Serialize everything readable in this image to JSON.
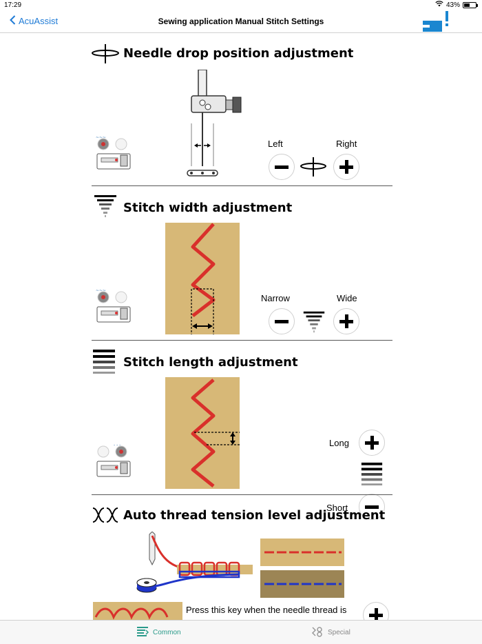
{
  "status_bar": {
    "time": "17:29",
    "battery": "43%",
    "battery_level": 0.43
  },
  "nav": {
    "back_label": "AcuAssist",
    "title": "Sewing application  Manual Stitch Settings",
    "brand_icon": "machine-alert-icon"
  },
  "sections": {
    "needle": {
      "title": "Needle drop position adjustment",
      "left_label": "Left",
      "right_label": "Right"
    },
    "width": {
      "title": "Stitch width adjustment",
      "left_label": "Narrow",
      "right_label": "Wide"
    },
    "length": {
      "title": "Stitch length adjustment",
      "top_label": "Long",
      "bottom_label": "Short"
    },
    "tension": {
      "title": "Auto thread tension level adjustment",
      "note": "Press this key when the needle thread is"
    }
  },
  "tabs": [
    {
      "label": "Common",
      "icon": "stitch-list-icon",
      "active": true
    },
    {
      "label": "Special",
      "icon": "stitch-special-icon",
      "active": false
    }
  ],
  "colors": {
    "accent": "#1f7bd6",
    "active_tab": "#2a9a8a",
    "fabric": "#d7b877",
    "thread_red": "#d9302b",
    "thread_blue": "#1f35c9",
    "brand": "#1a86d0"
  }
}
